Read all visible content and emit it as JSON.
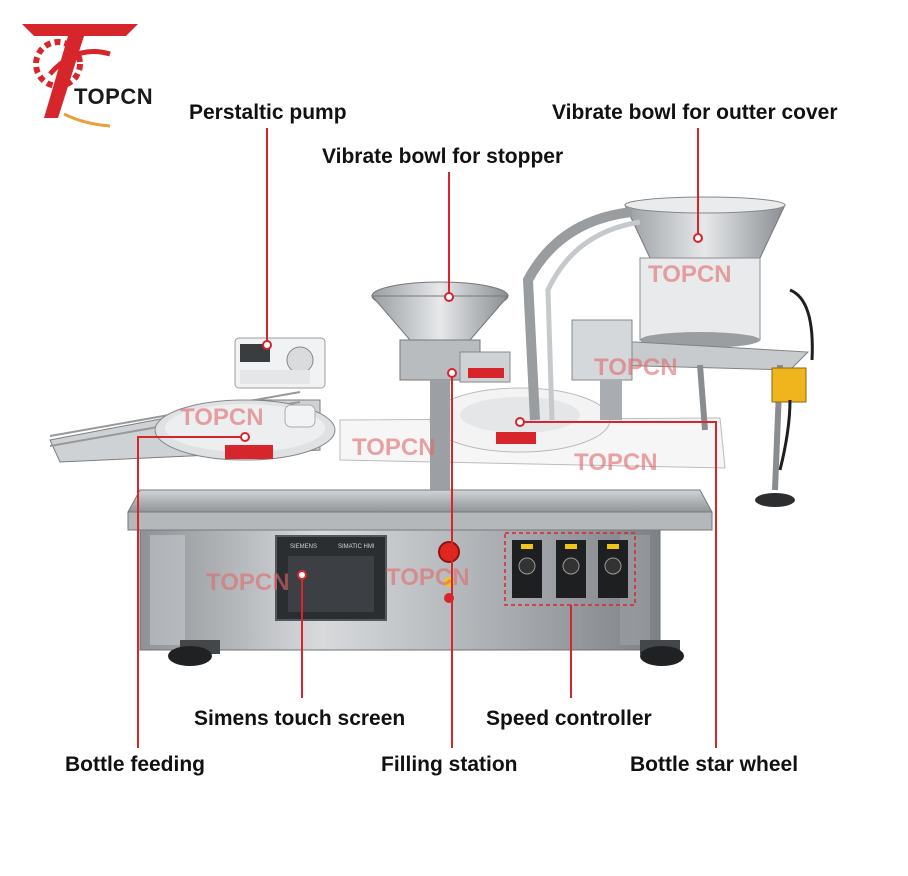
{
  "brand": {
    "logo_text": "TOPCN",
    "watermark": "TOPCN",
    "accent_color": "#d7262b"
  },
  "callouts": {
    "perstaltic_pump": "Perstaltic pump",
    "vibrate_bowl_stopper": "Vibrate bowl for stopper",
    "vibrate_bowl_outter_cover": "Vibrate bowl for outter cover",
    "simens_touch_screen": "Simens touch screen",
    "speed_controller": "Speed controller",
    "bottle_feeding": "Bottle feeding",
    "filling_station": "Filling station",
    "bottle_star_wheel": "Bottle star wheel"
  },
  "machine_labels": {
    "touch_screen_brand": "SIEMENS",
    "touch_screen_model": "SIMATIC HMI"
  }
}
